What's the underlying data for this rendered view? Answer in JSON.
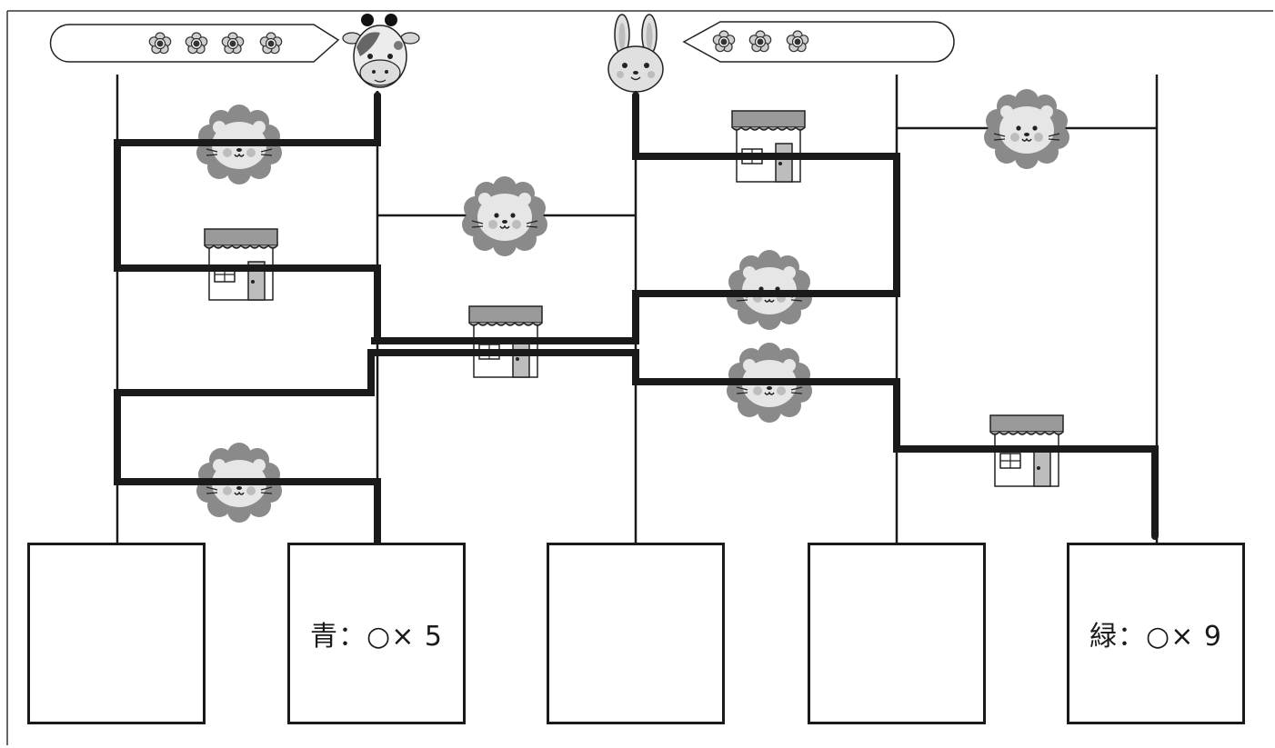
{
  "puzzle": {
    "type": "amidakuji",
    "vertical_lines": 5,
    "speakers": [
      {
        "animal": "cow",
        "flower_count": 4,
        "icon": "cow-face-icon"
      },
      {
        "animal": "rabbit",
        "flower_count": 3,
        "icon": "rabbit-face-icon"
      }
    ],
    "obstacles": {
      "lion": {
        "icon": "lion-face-icon",
        "count": 6
      },
      "shop": {
        "icon": "shop-icon",
        "count": 4
      }
    }
  },
  "answers": [
    {
      "label": ""
    },
    {
      "label": "青：○× 5"
    },
    {
      "label": ""
    },
    {
      "label": ""
    },
    {
      "label": "緑：○× 9"
    }
  ],
  "colors": {
    "line": "#1a1a1a",
    "lion_mane": "#8a8a8a",
    "lion_face": "#e6e6e6",
    "shop_awning": "#9a9a9a",
    "flower_center": "#333333"
  }
}
